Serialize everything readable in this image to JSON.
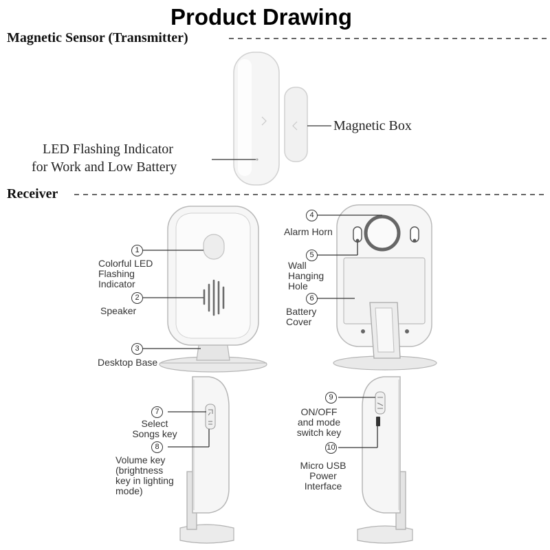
{
  "title": "Product Drawing",
  "sections": {
    "transmitter": "Magnetic Sensor (Transmitter)",
    "receiver": "Receiver"
  },
  "transmitter_labels": {
    "magnetic_box": "Magnetic Box",
    "led_line1": "LED Flashing Indicator",
    "led_line2": "for Work and Low Battery"
  },
  "callouts": [
    {
      "num": "1",
      "lines": [
        "Colorful LED",
        "Flashing",
        "Indicator"
      ]
    },
    {
      "num": "2",
      "lines": [
        "Speaker"
      ]
    },
    {
      "num": "3",
      "lines": [
        "Desktop Base"
      ]
    },
    {
      "num": "4",
      "lines": [
        "Alarm Horn"
      ]
    },
    {
      "num": "5",
      "lines": [
        "Wall",
        "Hanging",
        "Hole"
      ]
    },
    {
      "num": "6",
      "lines": [
        "Battery",
        "Cover"
      ]
    },
    {
      "num": "7",
      "lines": [
        "Select",
        "Songs key"
      ]
    },
    {
      "num": "8",
      "lines": [
        "Volume key",
        "(brightness",
        "key in lighting",
        "mode)"
      ]
    },
    {
      "num": "9",
      "lines": [
        "ON/OFF",
        "and mode",
        "switch key"
      ]
    },
    {
      "num": "10",
      "lines": [
        "Micro USB",
        "Power",
        "Interface"
      ]
    }
  ],
  "icons": [
    "magnetic-sensor-icon",
    "receiver-front-icon",
    "receiver-back-icon",
    "receiver-side-left-icon",
    "receiver-side-right-icon"
  ],
  "colors": {
    "device_fill": "#f4f4f4",
    "device_stroke": "#b8b8b8",
    "horn_ring": "#666666",
    "text": "#222222"
  }
}
